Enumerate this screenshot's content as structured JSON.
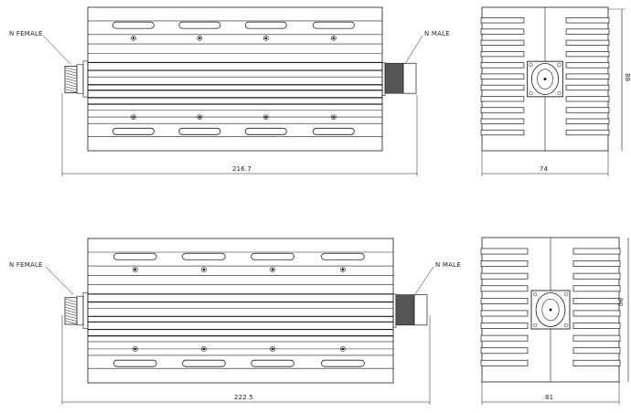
{
  "drawings": [
    {
      "name": "model-a",
      "left_connector": "N FEMALE",
      "right_connector": "N MALE",
      "length_dim": "216.7",
      "width_dim": "74",
      "height_dim": "88"
    },
    {
      "name": "model-b",
      "left_connector": "N FEMALE",
      "right_connector": "N MALE",
      "length_dim": "222.5",
      "width_dim": "81",
      "height_dim": "90"
    }
  ],
  "colors": {
    "line": "#1a1a1a",
    "background": "#ffffff"
  }
}
